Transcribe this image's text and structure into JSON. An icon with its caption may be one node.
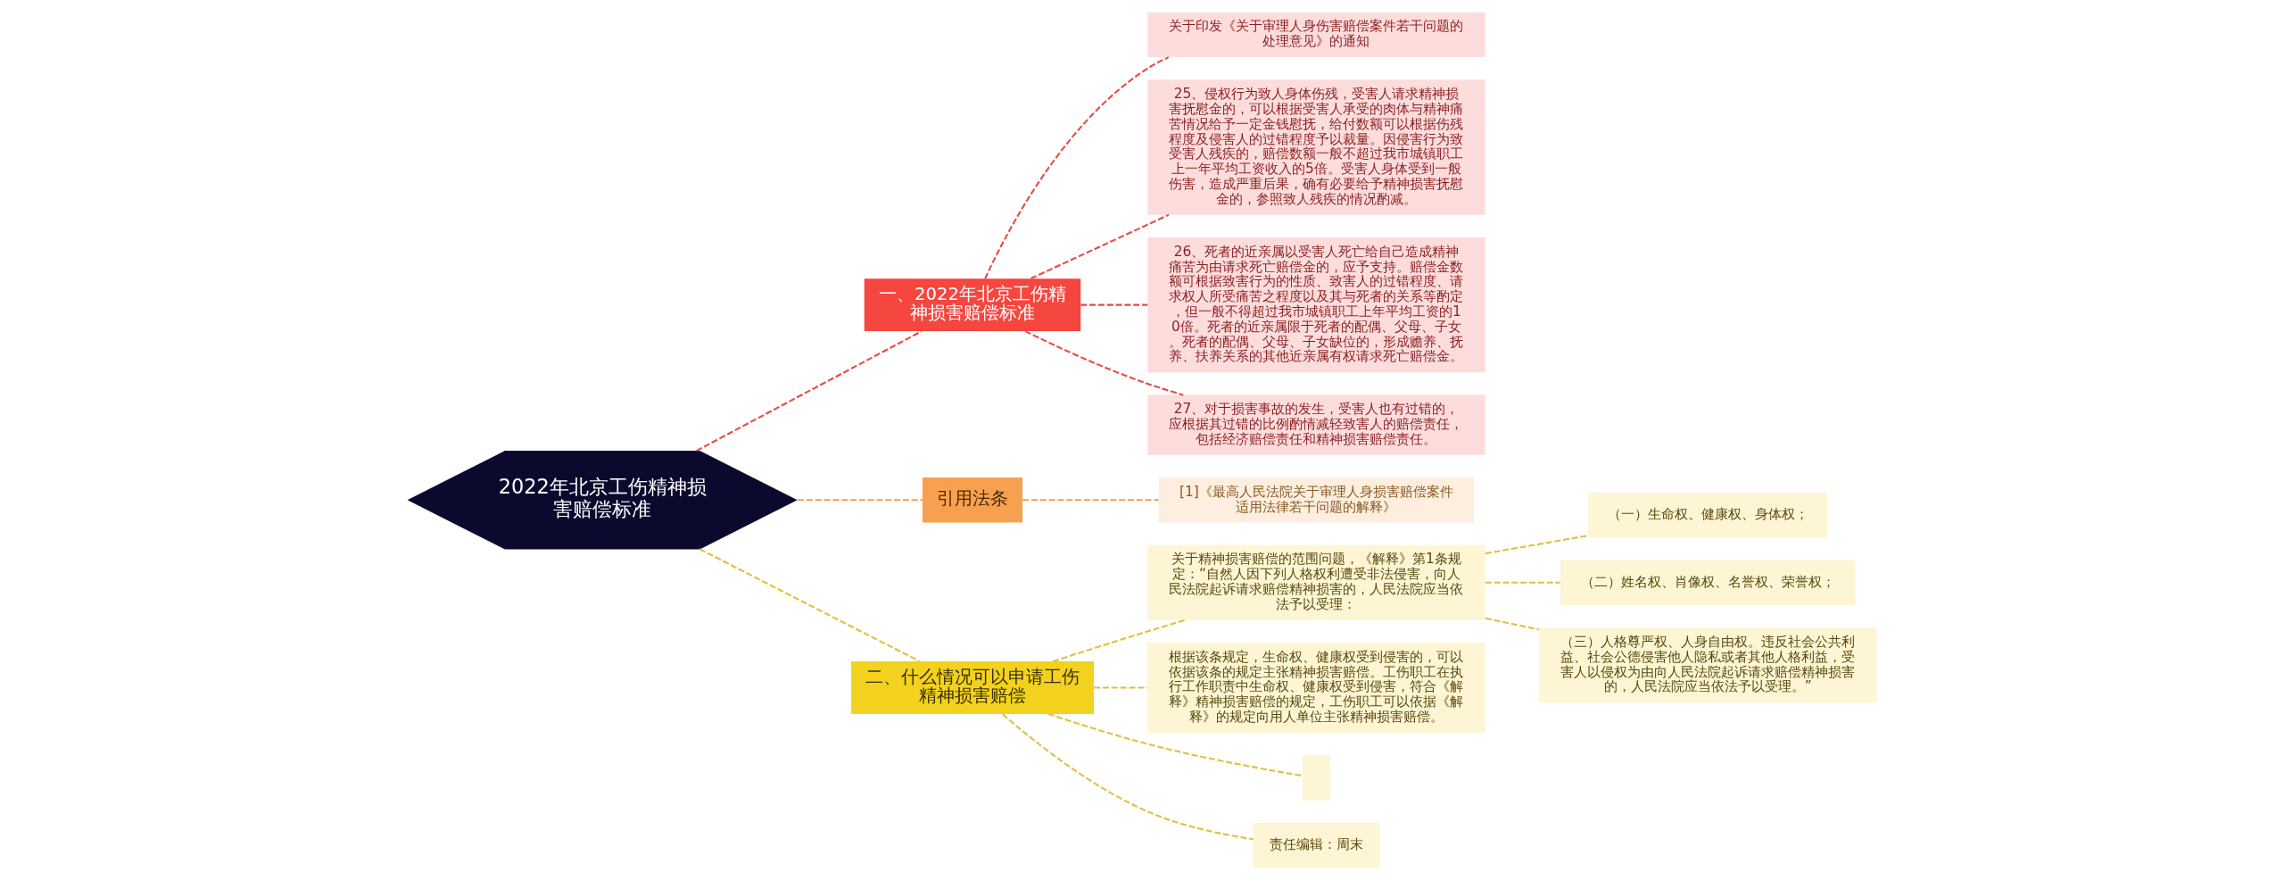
{
  "diagram": {
    "nodes": [
      {
        "text": [
          "2022年北京工伤精神损害赔偿标准"
        ]
      },
      {
        "text": [
          "一、2022年北京工伤精神损害赔偿标准"
        ]
      },
      {
        "text": [
          "关于印发《关于审理人身伤害赔偿案件若干问题的处理意见》的通知"
        ]
      },
      {
        "text": [
          "25、侵权行为致人身体伤残，受害人请求精神损害抚慰金的，可以根据受害人承受的肉体与精神痛苦情况给予一定金钱慰抚，给付数额可以根据伤残程度及侵害人的过错程度予以裁量。因侵害行为致受害人残疾的，赔偿数额一般不超过我市城镇职工上一年平均工资收入的5倍。受害人身体受到一般伤害，造成严重后果，确有必要给予精神损害抚慰金的，参照致人残疾的情况酌减。"
        ]
      },
      {
        "text": [
          "26、死者的近亲属以受害人死亡给自己造成精神痛苦为由请求死亡赔偿金的，应予支持。赔偿金数额可根据致害行为的性质、致害人的过错程度、请求权人所受痛苦之程度以及其与死者的关系等酌定，但一般不得超过我市城镇职工上年平均工资的10倍。死者的近亲属限于死者的配偶、父母、子女。死者的配偶、父母、子女缺位的，形成赡养、抚养、扶养关系的其他近亲属有权请求死亡赔偿金。"
        ]
      },
      {
        "text": [
          "27、对于损害事故的发生，受害人也有过错的，应根据其过错的比例酌情减轻致害人的赔偿责任，包括经济赔偿责任和精神损害赔偿责任。"
        ]
      },
      {
        "text": [
          "引用法条"
        ]
      },
      {
        "text": [
          "[1]《最高人民法院关于审理人身损害赔偿案件适用法律若干问题的解释》"
        ]
      },
      {
        "text": [
          "二、什么情况可以申请工伤精神损害赔偿"
        ]
      },
      {
        "text": [
          "关于精神损害赔偿的范围问题，《解释》第1条规定：“自然人因下列人格权利遭受非法侵害，向人民法院起诉请求赔偿精神损害的，人民法院应当依法予以受理："
        ]
      },
      {
        "text": [
          "（一）生命权、健康权、身体权；"
        ]
      },
      {
        "text": [
          "（二）姓名权、肖像权、名誉权、荣誉权；"
        ]
      },
      {
        "text": [
          "（三）人格尊严权、人身自由权。违反社会公共利益、社会公德侵害他人隐私或者其他人格利益，受害人以侵权为由向人民法院起诉请求赔偿精神损害的，人民法院应当依法予以受理。”"
        ]
      },
      {
        "text": [
          "根据该条规定，生命权、健康权受到侵害的，可以依据该条的规定主张精神损害赔偿。工伤职工在执行工作职责中生命权、健康权受到侵害，符合《解释》精神损害赔偿的规定，工伤职工可以依据《解释》的规定向用人单位主张精神损害赔偿。"
        ]
      },
      {
        "text": [],
        "shape": "box"
      },
      {
        "text": [
          "责任编辑：周末"
        ]
      }
    ],
    "edges": [
      {
        "from": 0,
        "to": 1,
        "arrow": "none",
        "style": "dashed",
        "color": "#e84a45"
      },
      {
        "from": 1,
        "to": 2,
        "arrow": "none",
        "style": "dashed",
        "color": "#e84a45"
      },
      {
        "from": 1,
        "to": 3,
        "arrow": "none",
        "style": "dashed",
        "color": "#e84a45"
      },
      {
        "from": 1,
        "to": 4,
        "arrow": "none",
        "style": "dashed",
        "color": "#e84a45"
      },
      {
        "from": 1,
        "to": 5,
        "arrow": "none",
        "style": "dashed",
        "color": "#e84a45"
      },
      {
        "from": 0,
        "to": 6,
        "arrow": "none",
        "style": "dashed",
        "color": "#f0a050"
      },
      {
        "from": 6,
        "to": 7,
        "arrow": "none",
        "style": "dashed",
        "color": "#f0a050"
      },
      {
        "from": 0,
        "to": 8,
        "arrow": "none",
        "style": "dashed"
      },
      {
        "from": 8,
        "to": 9,
        "arrow": "none",
        "style": "dashed"
      },
      {
        "from": 9,
        "to": 10,
        "arrow": "none",
        "style": "dashed"
      },
      {
        "from": 9,
        "to": 11,
        "arrow": "none",
        "style": "dashed"
      },
      {
        "from": 9,
        "to": 12,
        "arrow": "none",
        "style": "dashed"
      },
      {
        "from": 8,
        "to": 13,
        "arrow": "none",
        "style": "dashed"
      },
      {
        "from": 8,
        "to": 14,
        "arrow": "none",
        "style": "dashed"
      },
      {
        "from": 8,
        "to": 15,
        "arrow": "none",
        "style": "dashed"
      }
    ]
  }
}
